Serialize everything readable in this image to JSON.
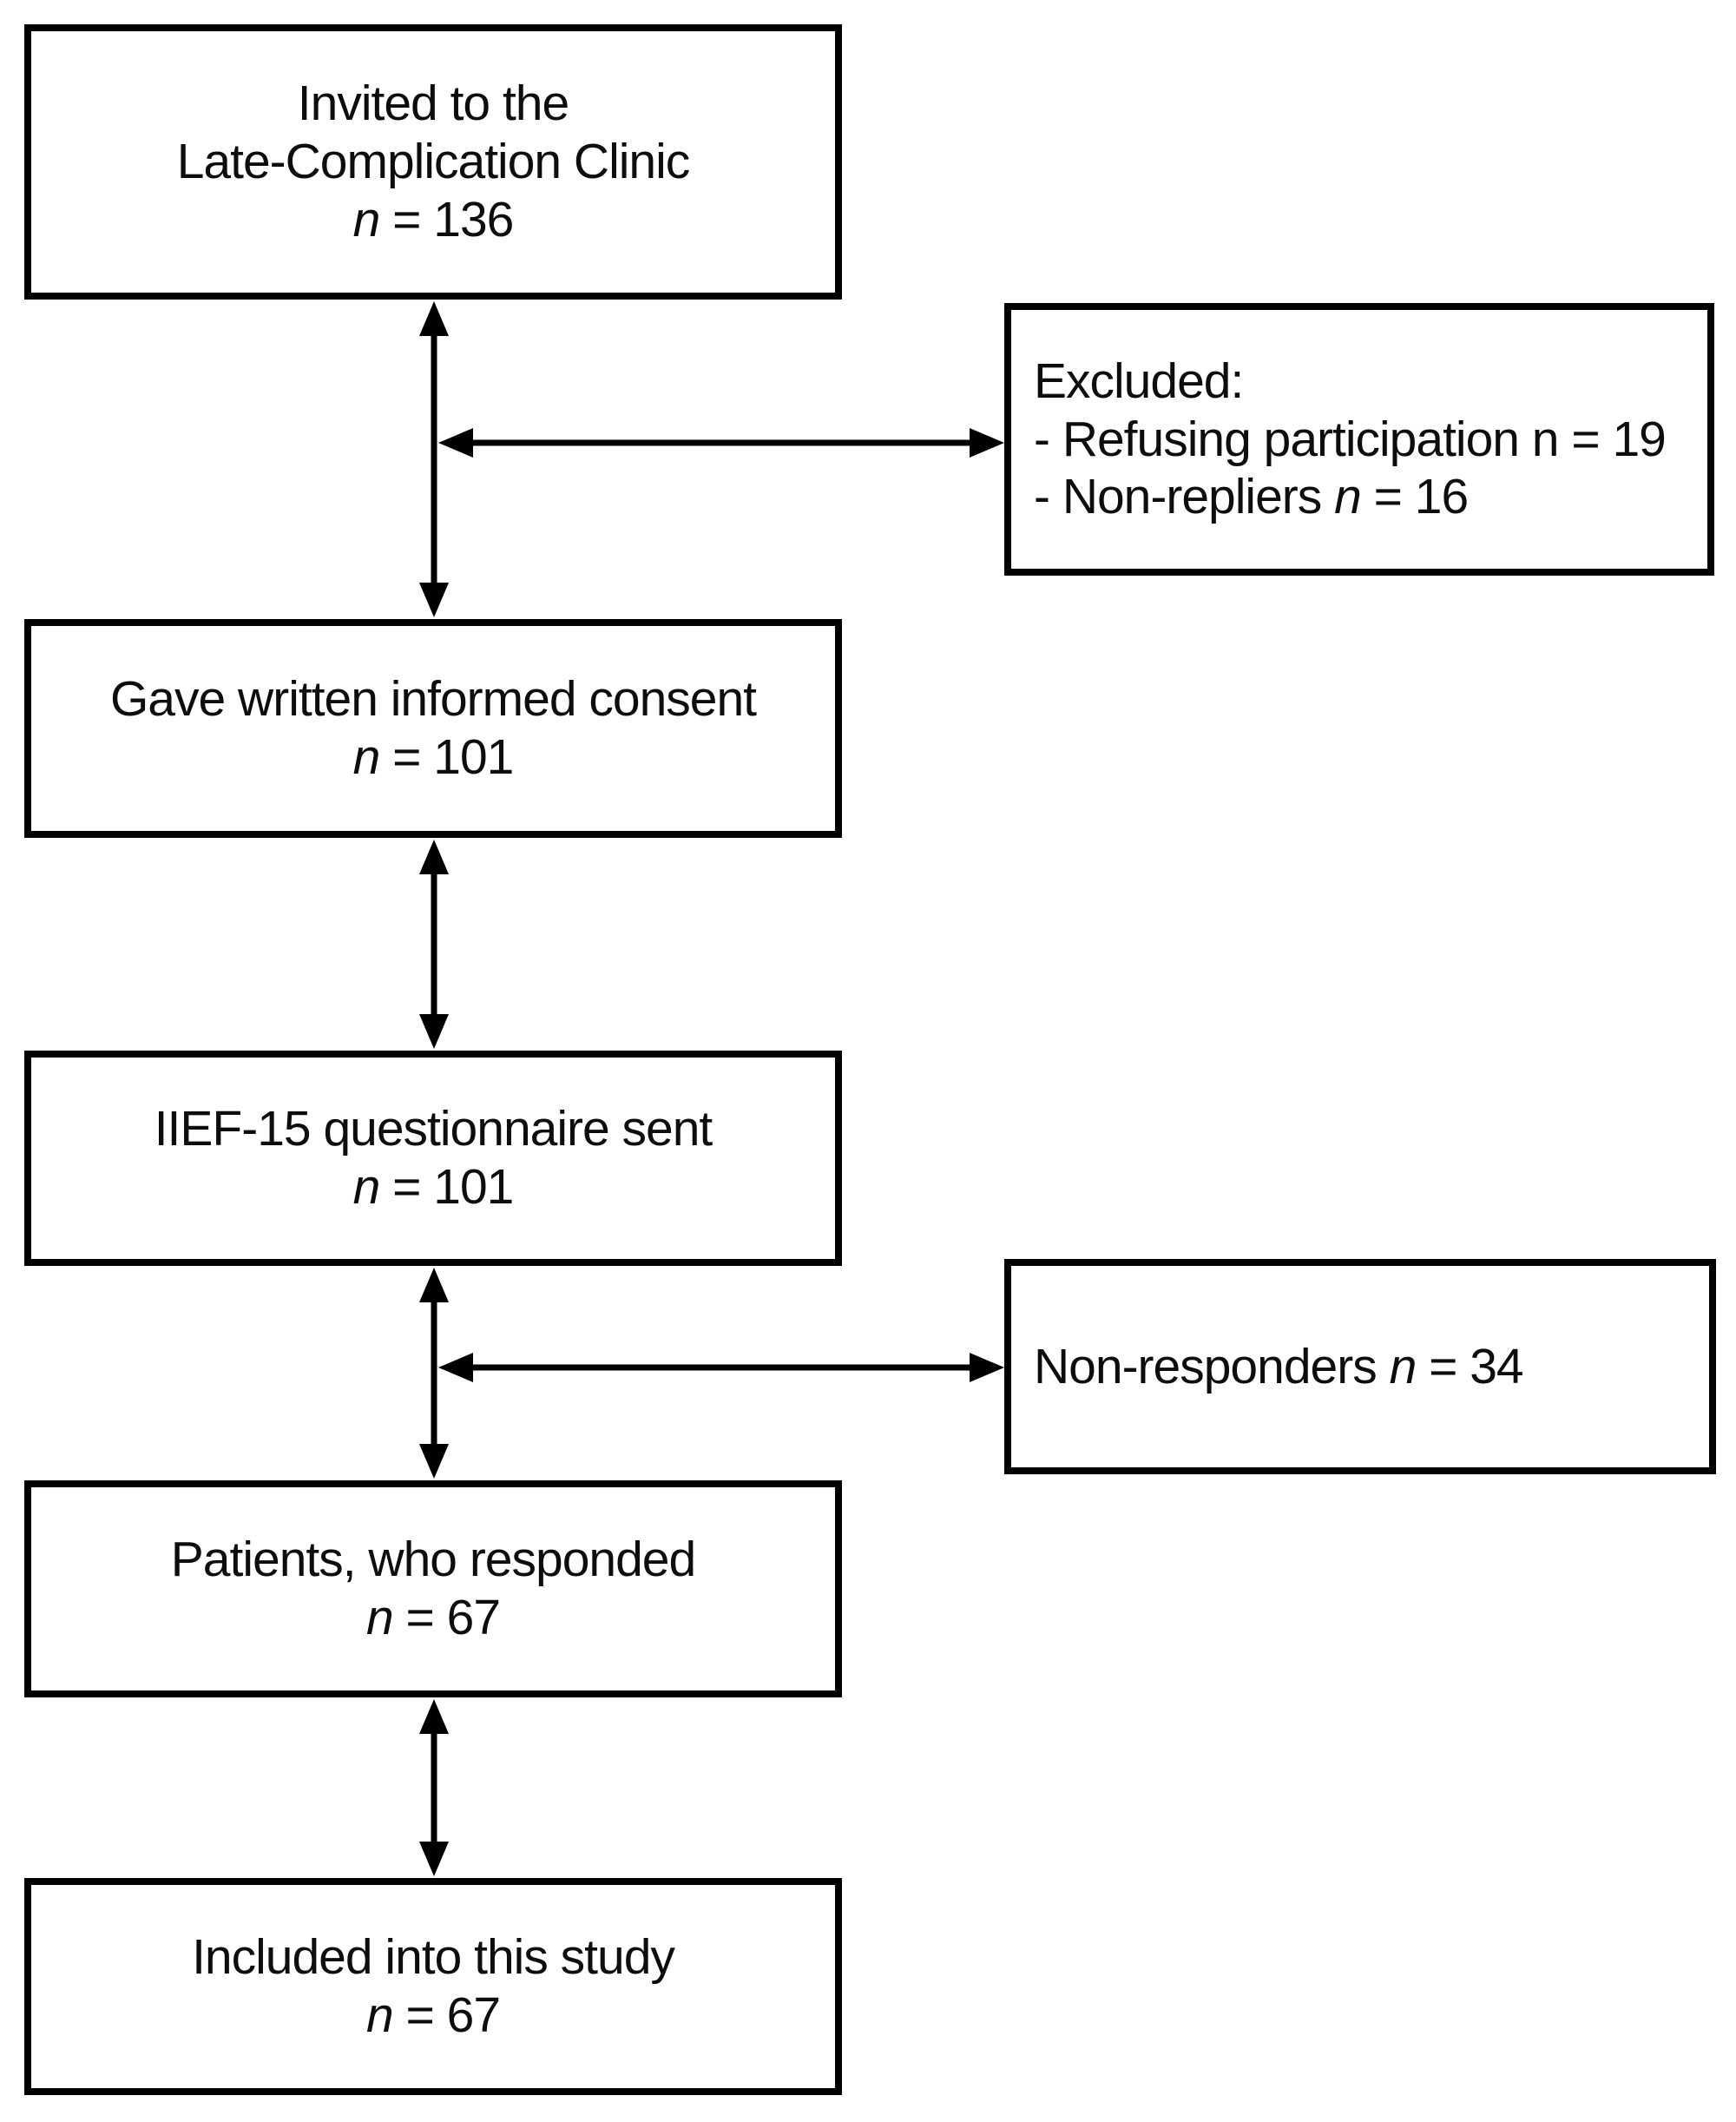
{
  "figure": {
    "type": "flow-diagram",
    "background_color": "#ffffff",
    "ink_color": "#000000",
    "boxes": {
      "invited": {
        "align": "center",
        "lines": [
          [
            {
              "t": "Invited to the"
            }
          ],
          [
            {
              "t": "Late-Complication Clinic"
            }
          ],
          [
            {
              "t": "n",
              "i": true
            },
            {
              "t": " = 136"
            }
          ]
        ]
      },
      "excluded": {
        "align": "left",
        "lines": [
          [
            {
              "t": "Excluded:"
            }
          ],
          [
            {
              "t": "- Refusing participation n = 19"
            }
          ],
          [
            {
              "t": "- Non-repliers "
            },
            {
              "t": "n",
              "i": true
            },
            {
              "t": " = 16"
            }
          ]
        ]
      },
      "consent": {
        "align": "center",
        "lines": [
          [
            {
              "t": "Gave written informed consent"
            }
          ],
          [
            {
              "t": "n",
              "i": true
            },
            {
              "t": " = 101"
            }
          ]
        ]
      },
      "questionnaire": {
        "align": "center",
        "lines": [
          [
            {
              "t": "IIEF-15 questionnaire sent"
            }
          ],
          [
            {
              "t": "n",
              "i": true
            },
            {
              "t": " = 101"
            }
          ]
        ]
      },
      "nonresponders": {
        "align": "left",
        "lines": [
          [
            {
              "t": "Non-responders "
            },
            {
              "t": "n",
              "i": true
            },
            {
              "t": " = 34"
            }
          ]
        ]
      },
      "responded": {
        "align": "center",
        "lines": [
          [
            {
              "t": "Patients, who responded"
            }
          ],
          [
            {
              "t": "n",
              "i": true
            },
            {
              "t": " = 67"
            }
          ]
        ]
      },
      "included": {
        "align": "center",
        "lines": [
          [
            {
              "t": "Included into this study"
            }
          ],
          [
            {
              "t": "n",
              "i": true
            },
            {
              "t": " = 67"
            }
          ]
        ]
      }
    }
  }
}
